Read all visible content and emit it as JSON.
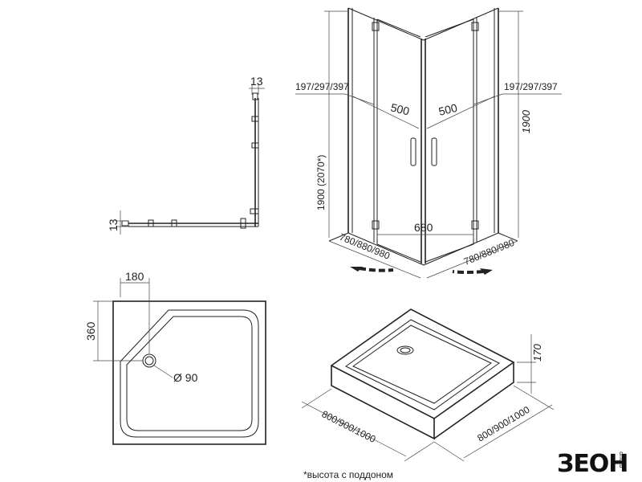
{
  "profile_view": {
    "dim_top": "13",
    "dim_left": "13"
  },
  "enclosure_view": {
    "dim_side_left": "197/297/397",
    "dim_side_right": "197/297/397",
    "dim_door_left": "500",
    "dim_door_right": "500",
    "dim_height_left": "1900 (2070*)",
    "dim_height_right": "1900",
    "dim_opening": "680",
    "dim_width_left": "780/880/980",
    "dim_width_right": "780/880/980"
  },
  "tray_top_view": {
    "dim_corner_width": "180",
    "dim_corner_depth": "360",
    "dim_drain": "Ø 90"
  },
  "tray_iso_view": {
    "dim_height": "170",
    "dim_width_left": "800/900/1000",
    "dim_width_right": "800/900/1000"
  },
  "footnote": "*высота с поддоном",
  "brand": {
    "logo_text": "ЗЕОН",
    "logo_sub": "group"
  }
}
